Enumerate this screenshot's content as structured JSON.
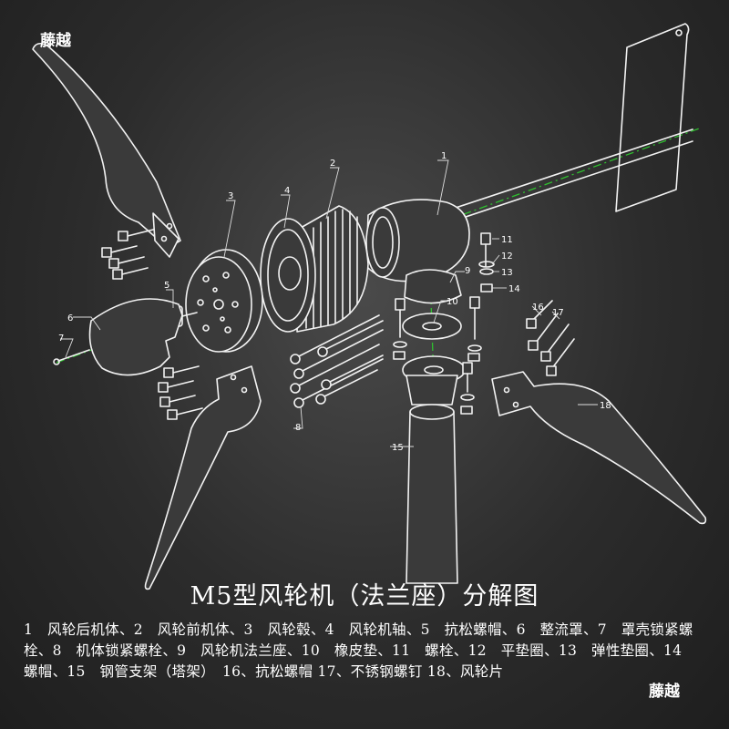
{
  "watermark": "藤越",
  "title": "M5型风轮机（法兰座）分解图",
  "legend": "1　风轮后机体、2　风轮前机体、3　风轮毂、4　风轮机轴、5　抗松螺帽、6　整流罩、7　罩壳锁紧螺栓、8　机体锁紧螺栓、9　风轮机法兰座、10　橡皮垫、11　螺栓、12　平垫圈、13　弹性垫圈、14　螺帽、15　钢管支架（塔架）　16、抗松螺帽 17、不锈钢螺钉 18、风轮片",
  "callouts": [
    "1",
    "2",
    "3",
    "4",
    "5",
    "6",
    "7",
    "8",
    "9",
    "10",
    "11",
    "12",
    "13",
    "14",
    "15",
    "16",
    "17",
    "18"
  ],
  "colors": {
    "background": "#2c2c2c",
    "lines": "#f2f2f2",
    "axis": "#2fbf2f"
  }
}
